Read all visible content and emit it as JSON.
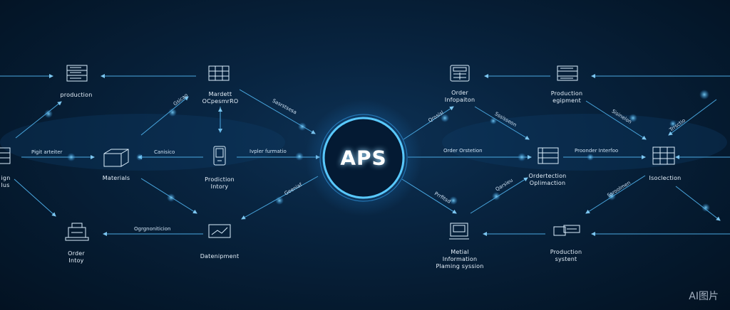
{
  "hub": {
    "label": "APS"
  },
  "nodes": {
    "production_left": "production",
    "market_operation": "Mardett\nOCpesmrRO",
    "order_inspection": "Order\nInfopaiton",
    "production_equipment": "Production\negipment",
    "far_left": "ign\nlus",
    "materials": "Materials",
    "production_inventory": "Prodiction\nIntory",
    "order_optimization": "Ordertection\nOplimaction",
    "isoclection": "Isoclection",
    "order_inventory": "Order\nIntoy",
    "datenipment": "Datenipment",
    "material_planning": "Metial\nInformation\nPlaming syssion",
    "production_system": "Production\nsystent"
  },
  "edges": {
    "left_arrow": "Pigit arteiter",
    "materials_arrow": "Canisico",
    "inventory_arrow": "Ivpler furmatio",
    "bottom_left_arrow": "Ogrgnoniticion",
    "diag_upper_left": "Gsicao",
    "diag_upper_right_hub": "Sasrstsesa",
    "diag_lower_hub": "Geeniaf",
    "order_relation": "Order Orstetion",
    "diag_order_up": "Qrosisl",
    "diag_order_right": "Sssisseon",
    "diag_lower_right_hub": "Prrfitsd",
    "diag_lower_right_up": "Qarsieu",
    "prouder_interface": "Proonder Interfoo",
    "diag_far_right": "Sisinelon",
    "diag_far_right_lower": "Ssroolmen",
    "diag_far_right_up": "Trrsctio"
  },
  "watermark": "AI图片",
  "colors": {
    "background": "#051a2f",
    "accent": "#5cc8ff",
    "line": "#4aa8e0",
    "text": "#e6f1fb"
  }
}
